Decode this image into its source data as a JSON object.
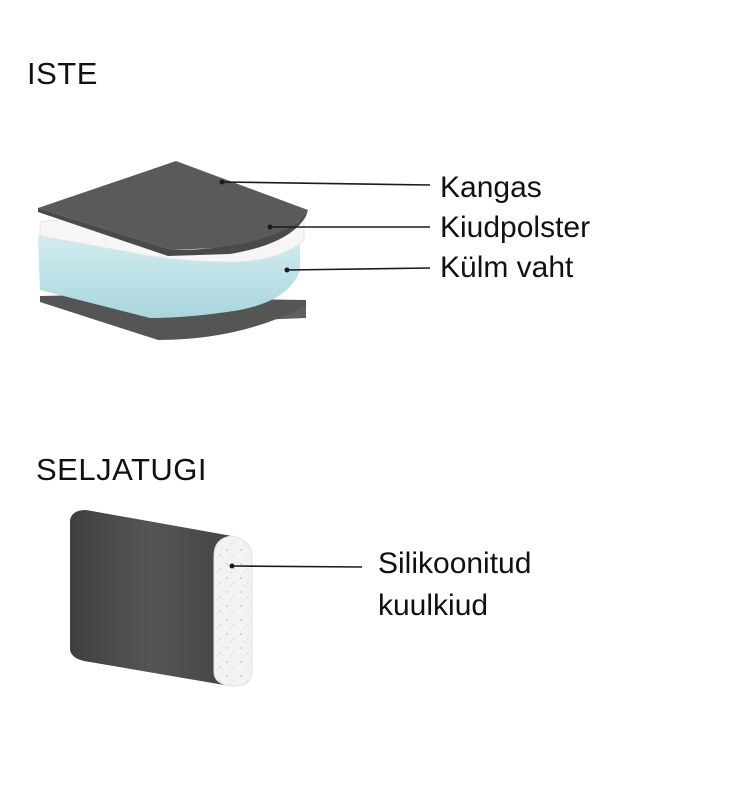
{
  "seat": {
    "title": "ISTE",
    "layers": [
      "Kangas",
      "Kiudpolster",
      "Külm vaht"
    ]
  },
  "backrest": {
    "title": "SELJATUGI",
    "label_line1": "Silikoonitud",
    "label_line2": "kuulkiud"
  },
  "colors": {
    "fabric": "#5a5a5a",
    "fiber": "#f2f2f2",
    "foam": "#bfe3e8",
    "back_shell": "#4d4d4d",
    "back_fill": "#f3f3f3",
    "leader": "#1a1a1a"
  }
}
